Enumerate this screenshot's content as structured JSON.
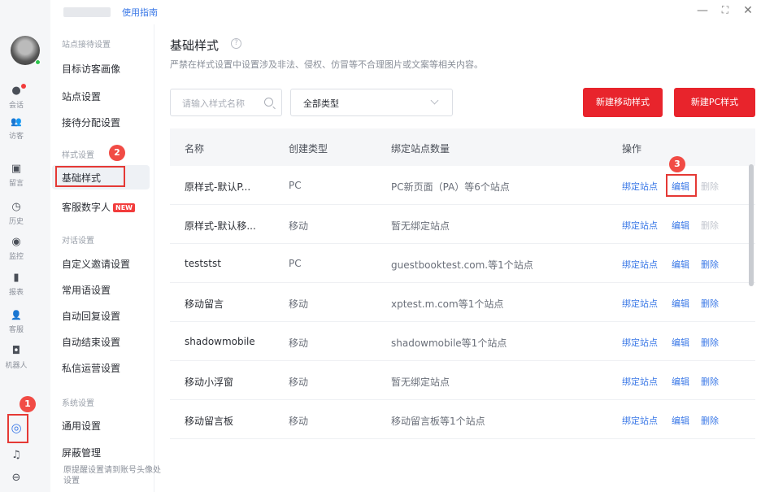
{
  "titlebar": {
    "guide_link": "使用指南",
    "min": "—",
    "max": "⛶",
    "close": "✕"
  },
  "rail": {
    "items": [
      {
        "icon": "chat-icon",
        "glyph": "●",
        "label": "会话"
      },
      {
        "icon": "visitor-icon",
        "glyph": "👥",
        "label": "访客"
      },
      {
        "icon": "message-icon",
        "glyph": "▣",
        "label": "留言"
      },
      {
        "icon": "history-icon",
        "glyph": "◷",
        "label": "历史"
      },
      {
        "icon": "monitor-icon",
        "glyph": "◉",
        "label": "监控"
      },
      {
        "icon": "report-icon",
        "glyph": "▮",
        "label": "报表"
      },
      {
        "icon": "agent-icon",
        "glyph": "👤",
        "label": "客服"
      },
      {
        "icon": "robot-icon",
        "glyph": "◘",
        "label": "机器人"
      }
    ],
    "bottom": [
      {
        "icon": "settings-icon",
        "glyph": "◎"
      },
      {
        "icon": "headset-icon",
        "glyph": "♫"
      },
      {
        "icon": "more-icon",
        "glyph": "⊖"
      }
    ],
    "step1": "1"
  },
  "sidebar": {
    "group1": "站点接待设置",
    "target_profile": "目标访客画像",
    "site_settings": "站点设置",
    "assign_settings": "接待分配设置",
    "group2": "样式设置",
    "basic_style": "基础样式",
    "digital_human": "客服数字人",
    "new_tag": "NEW",
    "group3": "对话设置",
    "invite_settings": "自定义邀请设置",
    "phrases": "常用语设置",
    "auto_reply": "自动回复设置",
    "auto_end": "自动结束设置",
    "private_msg": "私信运营设置",
    "group4": "系统设置",
    "general": "通用设置",
    "block": "屏蔽管理",
    "note": "原提醒设置请到账号头像处设置",
    "step2": "2"
  },
  "main": {
    "title": "基础样式",
    "help": "?",
    "notice": "严禁在样式设置中设置涉及非法、侵权、仿冒等不合理图片或文案等相关内容。",
    "search_placeholder": "请输入样式名称",
    "type_select": "全部类型",
    "btn_new_mobile": "新建移动样式",
    "btn_new_pc": "新建PC样式",
    "step3": "3",
    "columns": [
      "名称",
      "创建类型",
      "绑定站点数量",
      "操作"
    ],
    "rows": [
      {
        "name": "原样式-默认P...",
        "type": "PC",
        "sites": "PC新页面（PA）等6个站点",
        "bind": "绑定站点",
        "edit": "编辑",
        "del": "删除",
        "del_enabled": false
      },
      {
        "name": "原样式-默认移...",
        "type": "移动",
        "sites": "暂无绑定站点",
        "bind": "绑定站点",
        "edit": "编辑",
        "del": "删除",
        "del_enabled": false
      },
      {
        "name": "teststst",
        "type": "PC",
        "sites": "guestbooktest.com.等1个站点",
        "bind": "绑定站点",
        "edit": "编辑",
        "del": "删除",
        "del_enabled": true
      },
      {
        "name": "移动留言",
        "type": "移动",
        "sites": "xptest.m.com等1个站点",
        "bind": "绑定站点",
        "edit": "编辑",
        "del": "删除",
        "del_enabled": true
      },
      {
        "name": "shadowmobile",
        "type": "移动",
        "sites": "shadowmobile等1个站点",
        "bind": "绑定站点",
        "edit": "编辑",
        "del": "删除",
        "del_enabled": true
      },
      {
        "name": "移动小浮窗",
        "type": "移动",
        "sites": "暂无绑定站点",
        "bind": "绑定站点",
        "edit": "编辑",
        "del": "删除",
        "del_enabled": true
      },
      {
        "name": "移动留言板",
        "type": "移动",
        "sites": "移动留言板等1个站点",
        "bind": "绑定站点",
        "edit": "编辑",
        "del": "删除",
        "del_enabled": true
      }
    ]
  },
  "colors": {
    "accent_red": "#e8242c",
    "link_blue": "#3a78e7",
    "annotation_red": "#e53935"
  }
}
